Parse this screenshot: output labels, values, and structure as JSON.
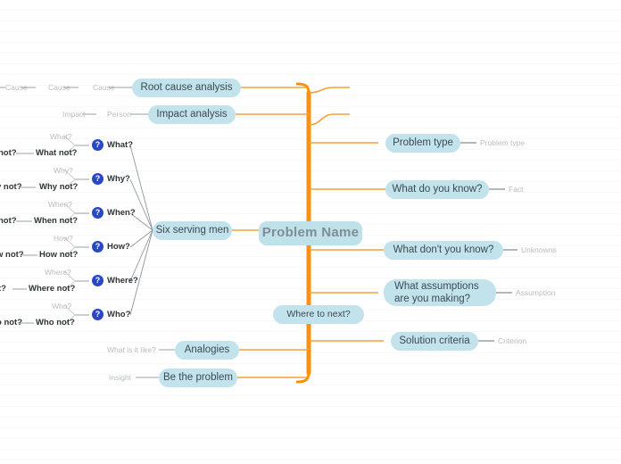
{
  "mindmap": {
    "central": {
      "label": "Problem Name"
    },
    "secondary": {
      "label": "Where to next?"
    },
    "right_branches": [
      {
        "label": "Problem type",
        "leaf": "Problem type"
      },
      {
        "label": "What do you know?",
        "leaf": "Fact"
      },
      {
        "label": "What don't you know?",
        "leaf": "Unknowns"
      },
      {
        "label": "What assumptions are you making?",
        "leaf": "Assumption"
      },
      {
        "label": "Solution criteria",
        "leaf": "Criterion"
      }
    ],
    "left_branches": [
      {
        "label": "Root cause analysis",
        "leaves": [
          "Cause",
          "Cause",
          "Cause"
        ]
      },
      {
        "label": "Impact analysis",
        "leaves": [
          "Person",
          "Impact"
        ]
      },
      {
        "label": "Six serving men"
      },
      {
        "label": "Analogies",
        "leaves": [
          "What is it like?"
        ]
      },
      {
        "label": "Be the problem",
        "leaves": [
          "Insight"
        ]
      }
    ],
    "questions": [
      {
        "icon": "question-mark-icon",
        "glyph": "?",
        "label": "What?",
        "soft": "What?",
        "hard": "What not?",
        "clipped": "not?"
      },
      {
        "icon": "question-mark-icon",
        "glyph": "?",
        "label": "Why?",
        "soft": "Why?",
        "hard": "Why not?",
        "clipped": "y not?"
      },
      {
        "icon": "question-mark-icon",
        "glyph": "?",
        "label": "When?",
        "soft": "When?",
        "hard": "When not?",
        "clipped": "not?"
      },
      {
        "icon": "question-mark-icon",
        "glyph": "?",
        "label": "How?",
        "soft": "How?",
        "hard": "How not?",
        "clipped": "w not?"
      },
      {
        "icon": "question-mark-icon",
        "glyph": "?",
        "label": "Where?",
        "soft": "Where?",
        "hard": "Where not?",
        "clipped": "t?"
      },
      {
        "icon": "question-mark-icon",
        "glyph": "?",
        "label": "Who?",
        "soft": "Who?",
        "hard": "Who not?",
        "clipped": "o not?"
      }
    ],
    "colors": {
      "trunk": "#f79211",
      "branch": "#f3a23a",
      "node_fill": "#c3e3ec",
      "central_text": "#7f8d96",
      "leaf_text": "#b9bcbe",
      "icon_blue": "#2b48c4",
      "connector_gray": "#9aa0a4"
    }
  }
}
